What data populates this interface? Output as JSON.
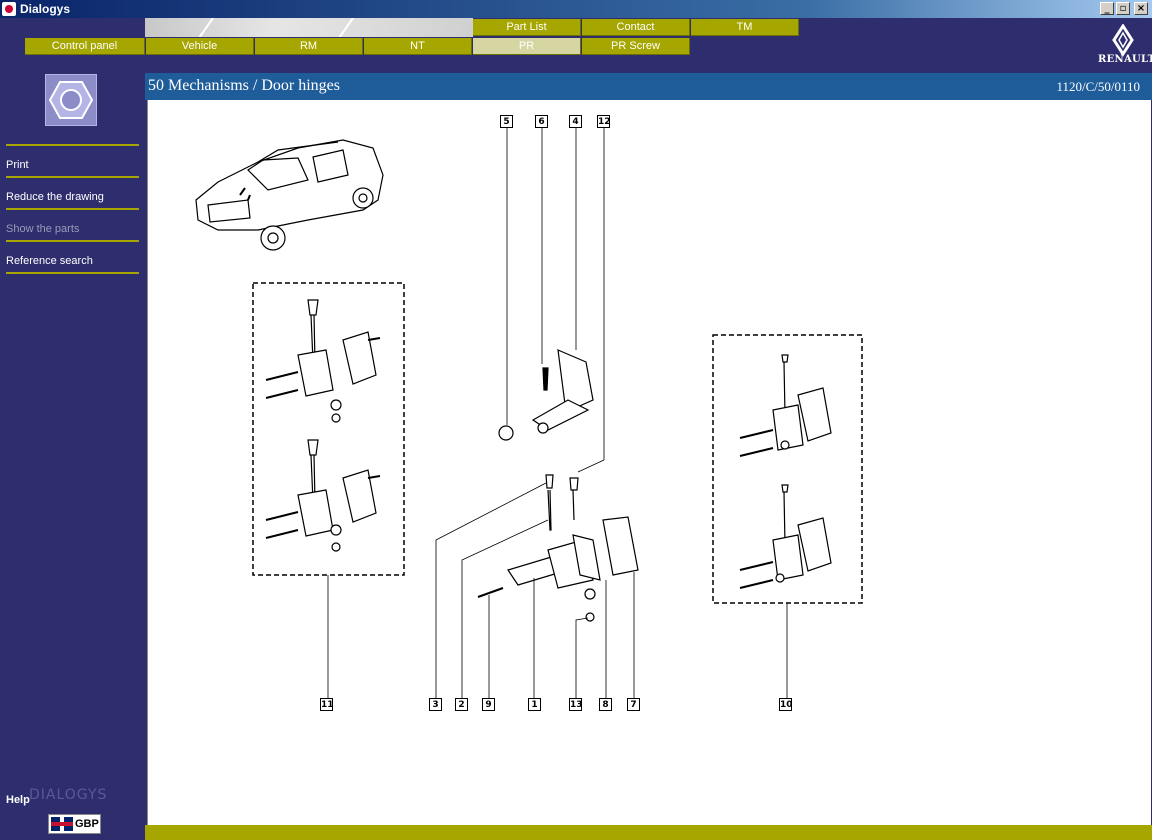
{
  "window": {
    "title": "Dialogys"
  },
  "header": {
    "top_tabs": [
      {
        "label": "Part List"
      },
      {
        "label": "Contact"
      },
      {
        "label": "TM"
      }
    ],
    "bottom_tabs": [
      {
        "label": "Control panel"
      },
      {
        "label": "Vehicle"
      },
      {
        "label": "RM"
      },
      {
        "label": "NT"
      },
      {
        "label": "PR"
      },
      {
        "label": "PR Screw"
      }
    ],
    "brand": "RENAULT"
  },
  "sidebar": {
    "items": [
      {
        "label": "Print"
      },
      {
        "label": "Reduce the drawing"
      },
      {
        "label": "Show the parts"
      },
      {
        "label": "Reference search"
      }
    ],
    "help": "Help",
    "brand": "DIALOGYS",
    "currency": "GBP"
  },
  "main": {
    "title": "50 Mechanisms / Door hinges",
    "reference": "1120/C/50/0110",
    "callouts": [
      "5",
      "6",
      "4",
      "12",
      "11",
      "3",
      "2",
      "9",
      "1",
      "13",
      "8",
      "7",
      "10"
    ]
  },
  "colors": {
    "accent": "#a6a600",
    "navy": "#2e2e6e",
    "blue": "#1e5c9a"
  }
}
